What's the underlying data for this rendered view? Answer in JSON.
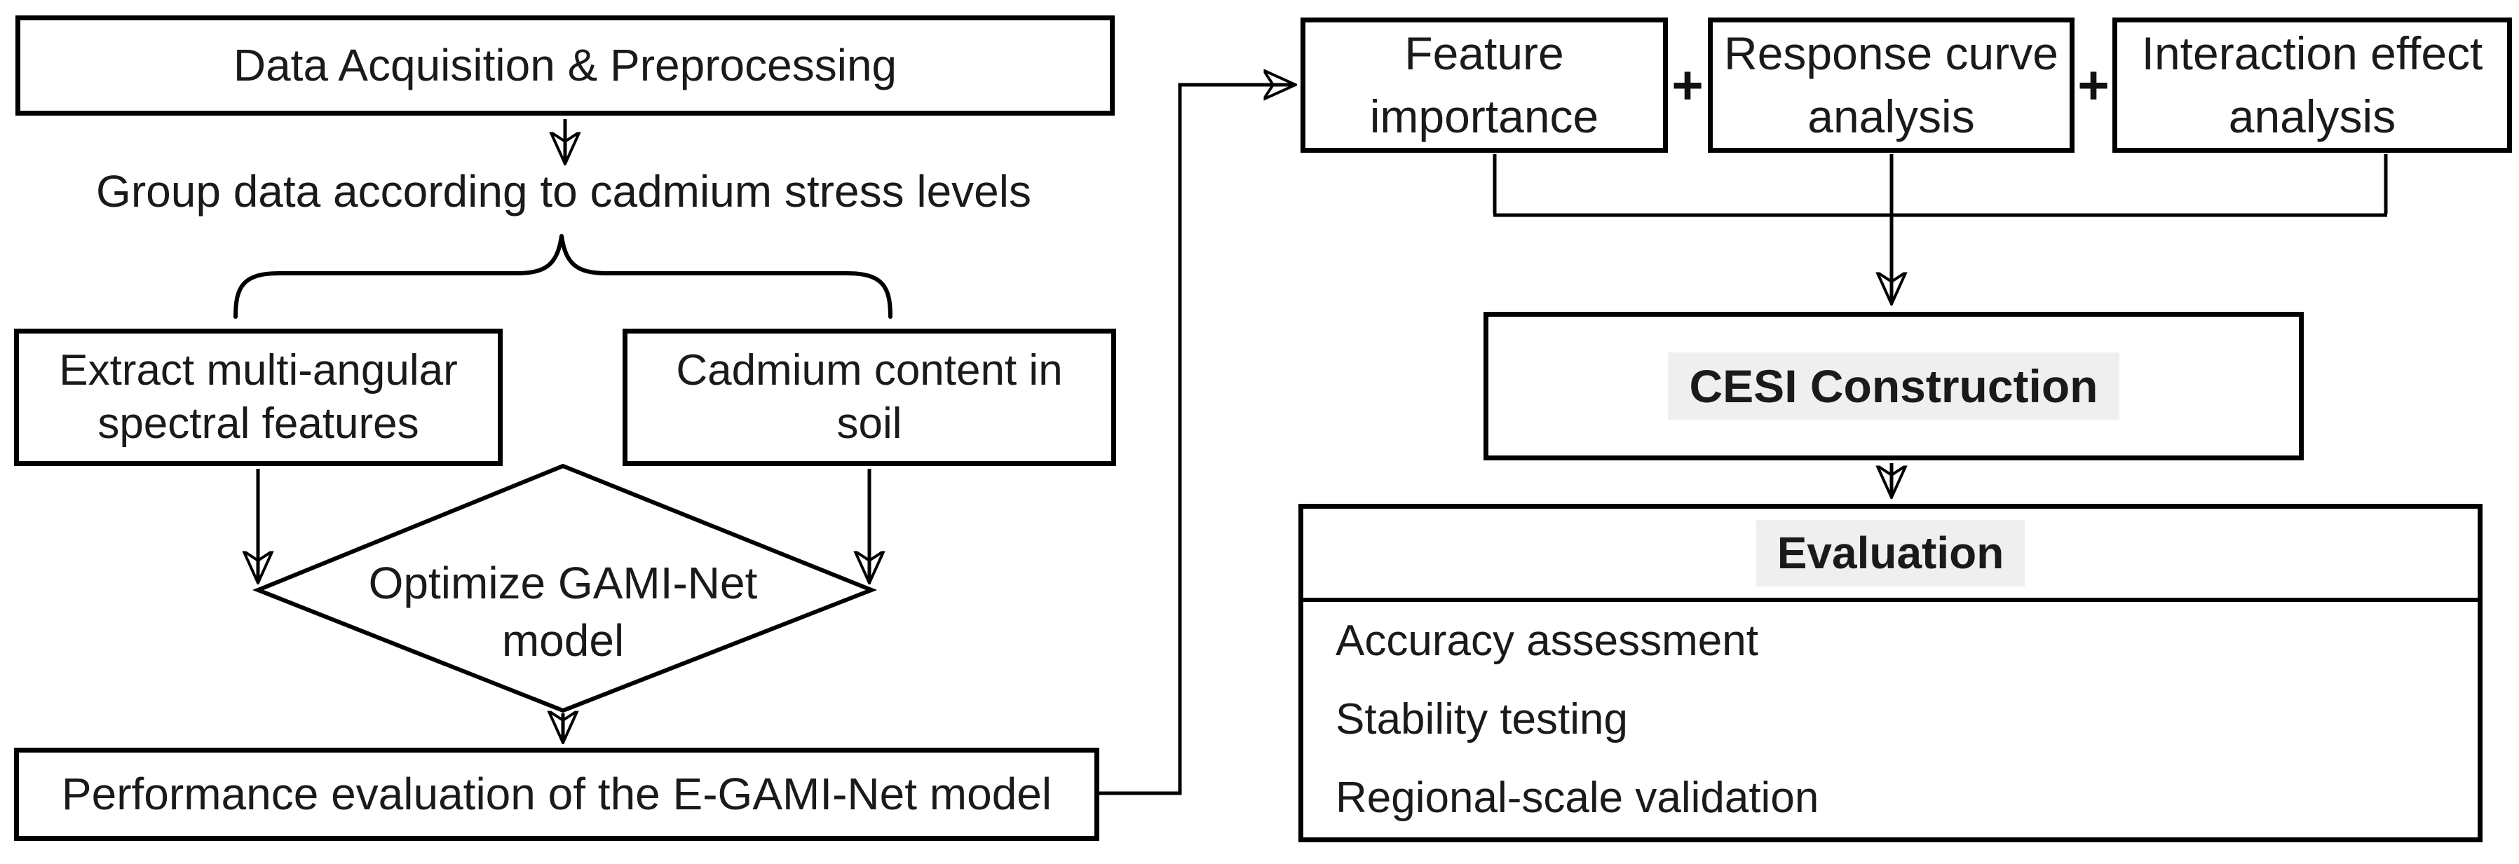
{
  "colors": {
    "line": "#000000",
    "text": "#1a1a1a",
    "highlight": "#efefef",
    "background": "#ffffff"
  },
  "left_flow": {
    "data_acquisition": "Data Acquisition & Preprocessing",
    "group_label": "Group data according to cadmium stress levels",
    "extract_features": [
      "Extract multi-angular",
      "spectral features"
    ],
    "cadmium_content": [
      "Cadmium content in",
      "soil"
    ],
    "optimize_model": [
      "Optimize GAMI-Net",
      "model"
    ],
    "performance_evaluation": "Performance evaluation of the E-GAMI-Net model"
  },
  "right_flow": {
    "feature_importance": [
      "Feature",
      "importance"
    ],
    "plus_1": "+",
    "response_curve": [
      "Response curve",
      "analysis"
    ],
    "plus_2": "+",
    "interaction_effect": [
      "Interaction effect",
      "analysis"
    ],
    "cesi_construction": "CESI Construction",
    "evaluation_title": "Evaluation",
    "evaluation_items": [
      "Accuracy assessment",
      "Stability testing",
      "Regional-scale validation"
    ]
  }
}
